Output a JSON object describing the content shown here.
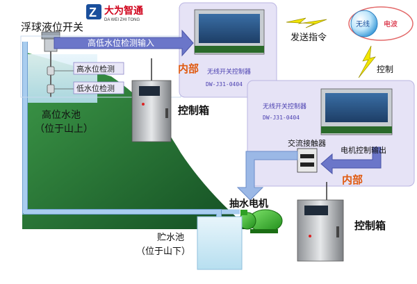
{
  "brand": {
    "name": "大为智通",
    "pinyin": "DA WEI ZHI TONG",
    "color": "#d0021b"
  },
  "labels": {
    "float_switch": "浮球液位开关",
    "level_input": "高低水位检测输入",
    "send_cmd": "发送指令",
    "wireless_1": "无线",
    "wireless_2": "电波",
    "control": "控制",
    "high_detect": "高水位检测",
    "low_detect": "低水位检测",
    "high_pool_1": "高位水池",
    "high_pool_2": "（位于山上）",
    "inner_top": "内部",
    "inner_bottom": "内部",
    "controller_1": "无线开关控制器",
    "model_1": "DW-J31-0404",
    "controller_2": "无线开关控制器",
    "model_2": "DW-J31-0404",
    "control_box_1": "控制箱",
    "control_box_2": "控制箱",
    "contactor": "交流接触器",
    "motor_output": "电机控制输出",
    "pump": "抽水电机",
    "storage_pool_1": "贮水池",
    "storage_pool_2": "（位于山下）"
  },
  "colors": {
    "hill": "#1e6b2e",
    "pipe": "#a9cdef",
    "panel": "#e6e3f6",
    "arrow": "#6b76c9",
    "inner_text": "#e05a10",
    "controller_text": "#4a3fb0",
    "bolt": "#f2e600"
  }
}
